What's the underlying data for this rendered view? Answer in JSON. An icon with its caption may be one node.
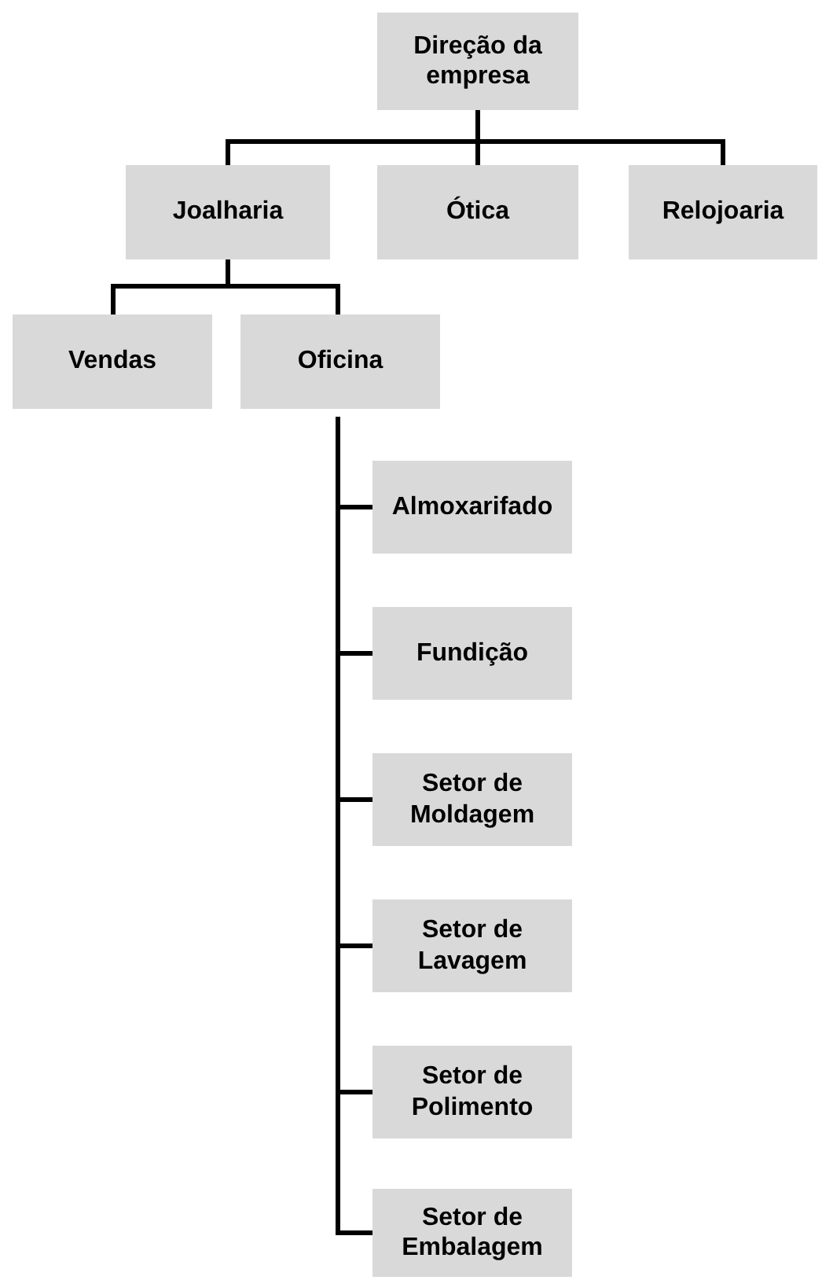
{
  "diagram": {
    "nodes": [
      {
        "text": [
          "Direção da empresa"
        ]
      },
      {
        "text": [
          "Joalharia"
        ]
      },
      {
        "text": [
          "Ótica"
        ]
      },
      {
        "text": [
          "Relojoaria"
        ]
      },
      {
        "text": [
          "Vendas"
        ]
      },
      {
        "text": [
          "Oficina"
        ]
      },
      {
        "text": [
          "Almoxarifado"
        ]
      },
      {
        "text": [
          "Fundição"
        ]
      },
      {
        "text": [
          "Setor de Moldagem"
        ]
      },
      {
        "text": [
          "Setor de Lavagem"
        ]
      },
      {
        "text": [
          "Setor de Polimento"
        ]
      },
      {
        "text": [
          "Setor de Embalagem"
        ]
      }
    ],
    "edges": [
      {
        "from": 0,
        "to": 1,
        "arrow": "none"
      },
      {
        "from": 0,
        "to": 2,
        "arrow": "none"
      },
      {
        "from": 0,
        "to": 3,
        "arrow": "none"
      },
      {
        "from": 1,
        "to": 4,
        "arrow": "none"
      },
      {
        "from": 1,
        "to": 5,
        "arrow": "none"
      },
      {
        "from": 5,
        "to": 6,
        "arrow": "none"
      },
      {
        "from": 5,
        "to": 7,
        "arrow": "none"
      },
      {
        "from": 5,
        "to": 8,
        "arrow": "none"
      },
      {
        "from": 5,
        "to": 9,
        "arrow": "none"
      },
      {
        "from": 5,
        "to": 10,
        "arrow": "none"
      },
      {
        "from": 5,
        "to": 11,
        "arrow": "none"
      }
    ]
  }
}
